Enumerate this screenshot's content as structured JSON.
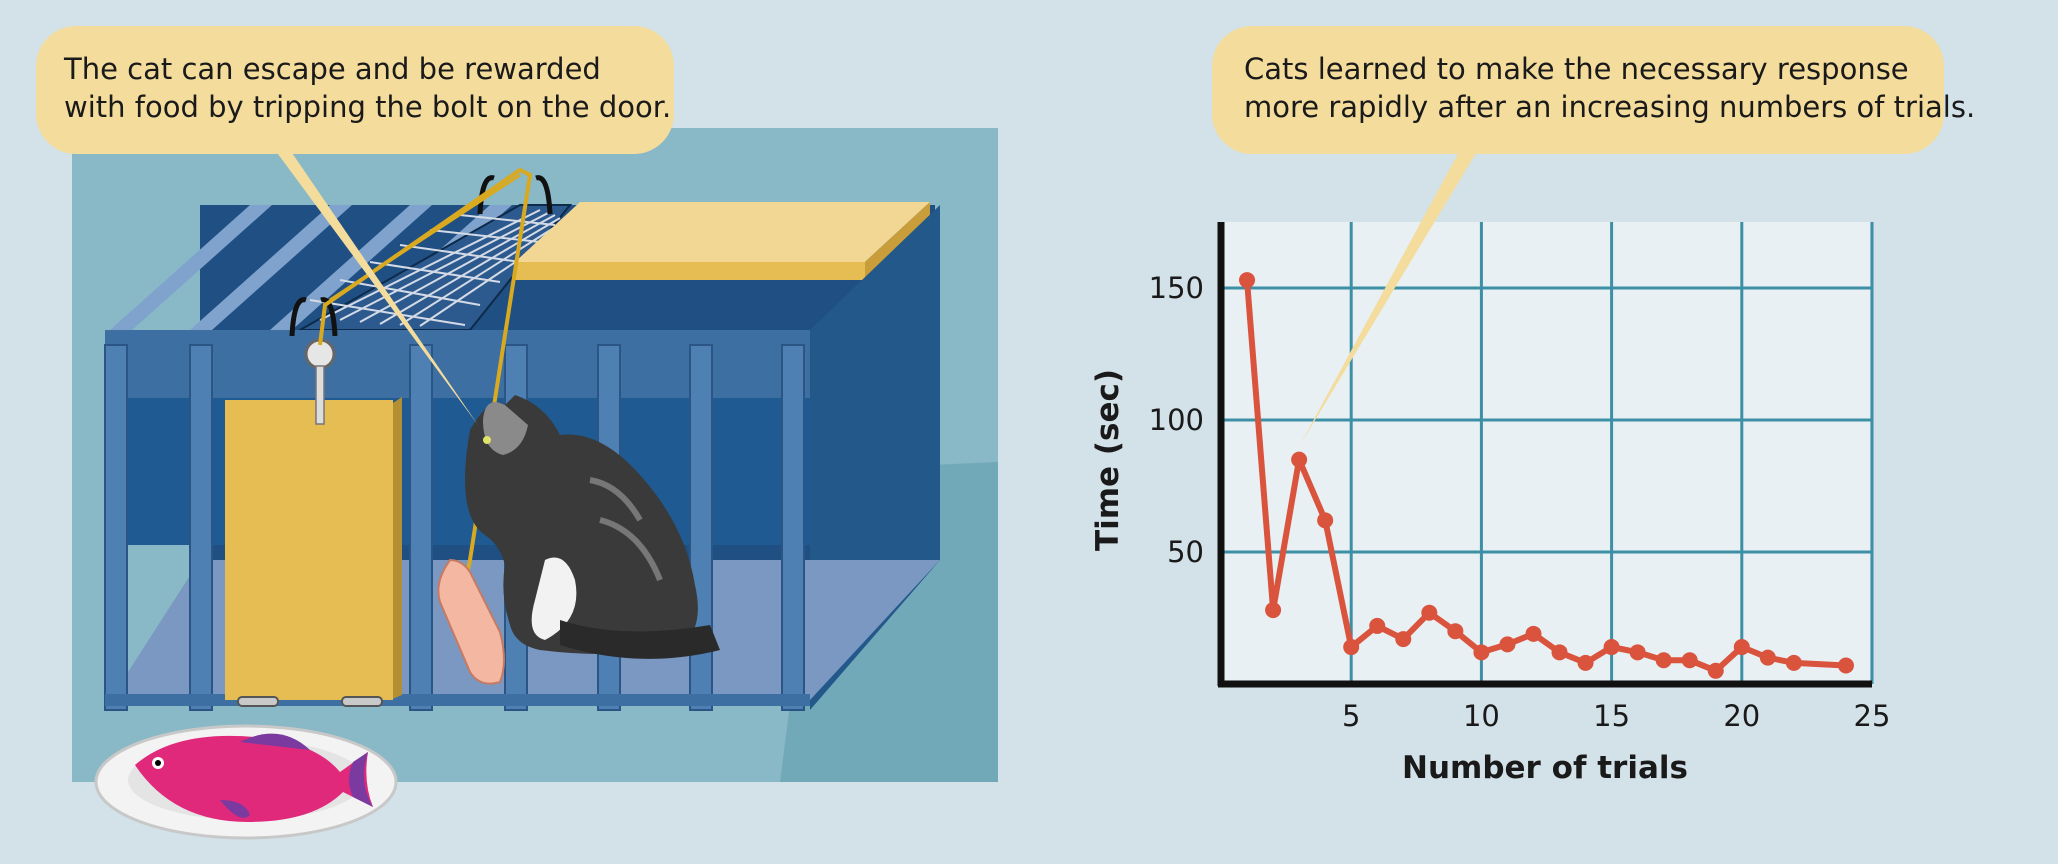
{
  "callouts": {
    "box": {
      "line1": "The cat can escape and be rewarded",
      "line2": "with food by tripping the bolt on the door."
    },
    "graph": {
      "line1": "Cats learned to make the necessary response",
      "line2": "more rapidly after an increasing numbers of trials."
    }
  },
  "colors": {
    "background": "#d2e2e8",
    "callout": "#f3dc9c",
    "cage": "#2f5f92",
    "door": "#e6bd52",
    "line": "#d9533d",
    "grid": "#3d8fa6"
  },
  "chart_data": {
    "type": "line",
    "xlabel": "Number of trials",
    "ylabel": "Time (sec)",
    "xlim": [
      0,
      25
    ],
    "ylim": [
      0,
      175
    ],
    "xticks": [
      5,
      10,
      15,
      20,
      25
    ],
    "yticks": [
      50,
      100,
      150
    ],
    "grid": true,
    "series": [
      {
        "x": [
          1,
          2,
          3,
          4,
          5,
          6,
          7,
          8,
          9,
          10,
          11,
          12,
          13,
          14,
          15,
          16,
          17,
          18,
          19,
          20,
          21,
          22,
          24
        ],
        "values": [
          153,
          28,
          85,
          62,
          14,
          22,
          17,
          27,
          20,
          12,
          15,
          19,
          12,
          8,
          14,
          12,
          9,
          9,
          5,
          14,
          10,
          8,
          7
        ]
      }
    ]
  }
}
